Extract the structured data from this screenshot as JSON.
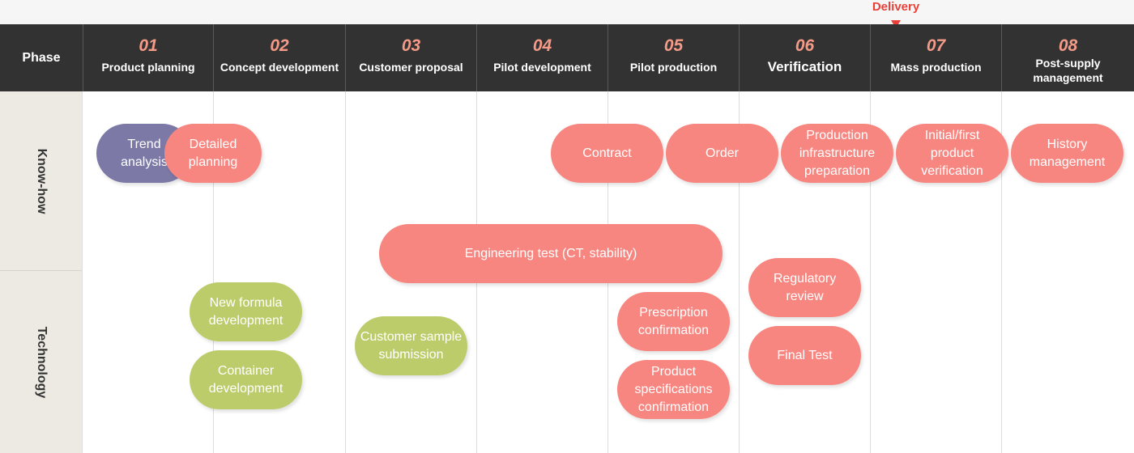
{
  "milestone": {
    "label": "Delivery"
  },
  "header": {
    "phase_label": "Phase",
    "phases": [
      {
        "num": "01",
        "name": "Product planning"
      },
      {
        "num": "02",
        "name": "Concept development"
      },
      {
        "num": "03",
        "name": "Customer proposal"
      },
      {
        "num": "04",
        "name": "Pilot development"
      },
      {
        "num": "05",
        "name": "Pilot production"
      },
      {
        "num": "06",
        "name": "Verification"
      },
      {
        "num": "07",
        "name": "Mass production"
      },
      {
        "num": "08",
        "name": "Post-supply management"
      }
    ]
  },
  "rows": [
    {
      "label": "Know-how"
    },
    {
      "label": "Technology"
    }
  ],
  "tasks": [
    {
      "label": "Trend analysis",
      "color": "#7c79a6"
    },
    {
      "label": "Detailed planning",
      "color": "#f88680"
    },
    {
      "label": "Contract",
      "color": "#f88680"
    },
    {
      "label": "Order",
      "color": "#f88680"
    },
    {
      "label": "Production infrastructure preparation",
      "color": "#f88680"
    },
    {
      "label": "Initial/first product verification",
      "color": "#f88680"
    },
    {
      "label": "History management",
      "color": "#f88680"
    },
    {
      "label": "Engineering test (CT, stability)",
      "color": "#f88680"
    },
    {
      "label": "New formula development",
      "color": "#bdcc6a"
    },
    {
      "label": "Container development",
      "color": "#bdcc6a"
    },
    {
      "label": "Customer sample submission",
      "color": "#bdcc6a"
    },
    {
      "label": "Prescription confirmation",
      "color": "#f88680"
    },
    {
      "label": "Product specifications confirmation",
      "color": "#f88680"
    },
    {
      "label": "Regulatory review",
      "color": "#f88680"
    },
    {
      "label": "Final Test",
      "color": "#f88680"
    }
  ]
}
